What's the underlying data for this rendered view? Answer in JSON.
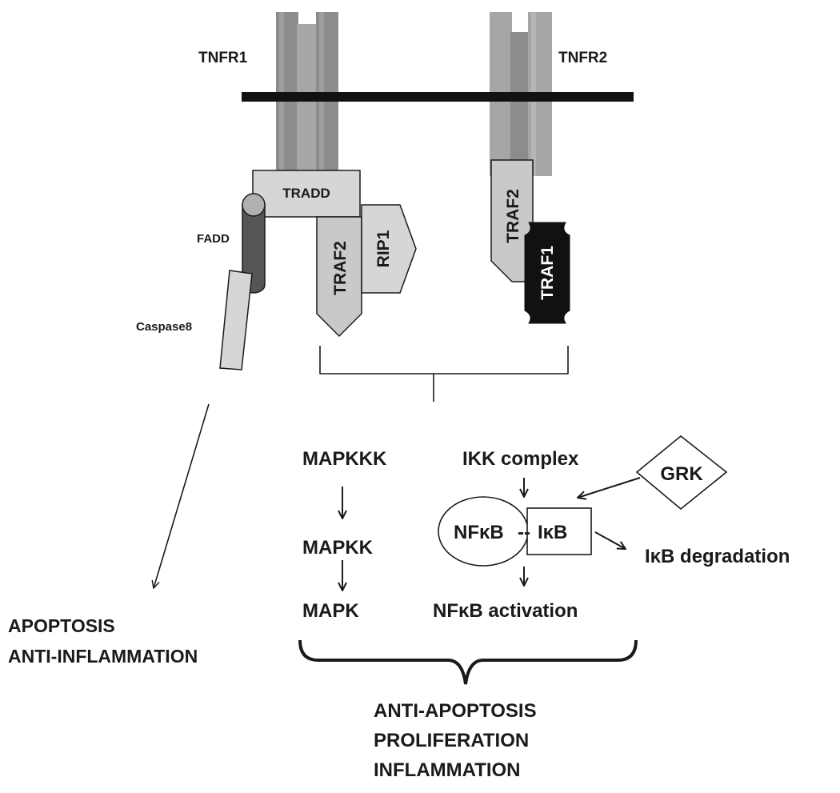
{
  "receptors": {
    "tnfr1": "TNFR1",
    "tnfr2": "TNFR2"
  },
  "adaptors": {
    "tradd": "TRADD",
    "fadd": "FADD",
    "caspase8": "Caspase8",
    "traf2_left": "TRAF2",
    "rip1": "RIP1",
    "traf2_right": "TRAF2",
    "traf1": "TRAF1"
  },
  "mapk_cascade": {
    "mapkkk": "MAPKKK",
    "mapkk": "MAPKK",
    "mapk": "MAPK"
  },
  "nfkb_pathway": {
    "ikk_complex": "IKK complex",
    "grk": "GRK",
    "nfkb": "NFκB",
    "ikb": "IκB",
    "ikb_degradation": "IκB degradation",
    "nfkb_activation": "NFκB activation"
  },
  "outcomes": {
    "left": [
      "APOPTOSIS",
      "ANTI-INFLAMMATION"
    ],
    "right": [
      "ANTI-APOPTOSIS",
      "PROLIFERATION",
      "INFLAMMATION"
    ]
  },
  "colors": {
    "receptor": "#8a8a8a",
    "receptor_light": "#a8a8a8",
    "membrane": "#111111",
    "box_fill": "#d6d6d6",
    "fadd": "#555555",
    "traf1": "#111111"
  }
}
